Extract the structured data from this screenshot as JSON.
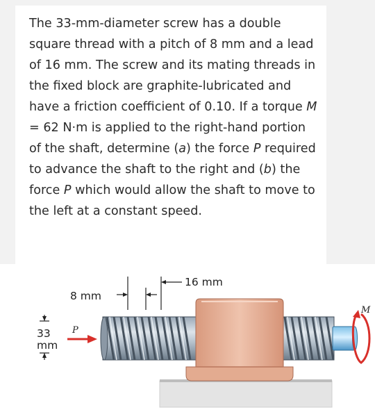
{
  "problem": {
    "seg1": "The 33-mm-diameter screw has a double square thread with a pitch of 8 mm and a lead of 16 mm. The screw and its mating threads in the fixed block are graphite-lubricated and have a friction coefficient of 0.10. If a torque ",
    "var_M": "M",
    "seg2": " = 62 N·m is applied to the right-hand portion of the shaft, determine (",
    "var_a": "a",
    "seg3": ") the force ",
    "var_P1": "P",
    "seg4": " required to advance the shaft to the right and (",
    "var_b": "b",
    "seg5": ") the force ",
    "var_P2": "P",
    "seg6": " which would allow the shaft to move to the left at a constant speed."
  },
  "figure": {
    "pitch_label": "8 mm",
    "lead_label": "16 mm",
    "diameter_value": "33",
    "diameter_unit": "mm",
    "force_label": "P",
    "torque_label": "M"
  },
  "colors": {
    "block": "#e8b8a0",
    "shaft": "#aab6c2",
    "base": "#e4e4e4",
    "force_arrow": "#d8302a",
    "torque_arrow": "#d8302a"
  }
}
